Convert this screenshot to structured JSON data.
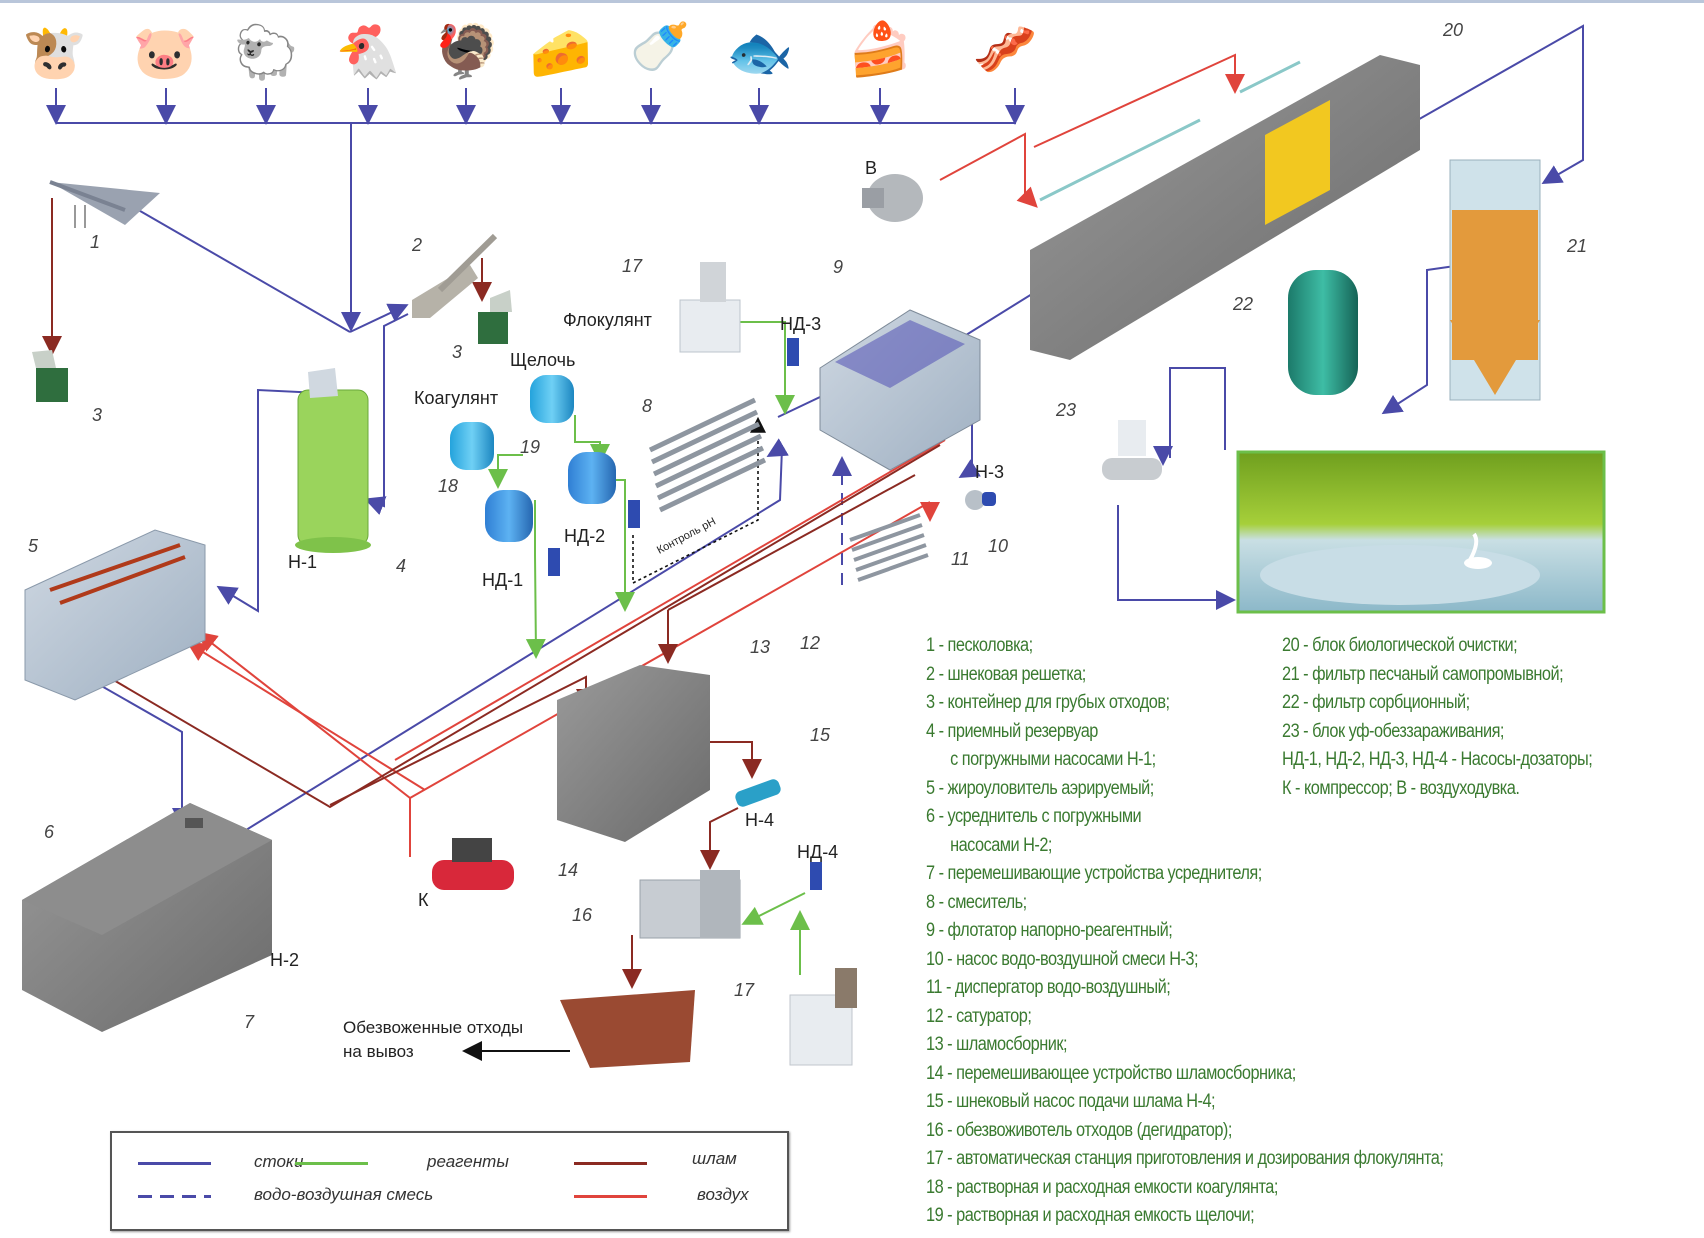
{
  "sources": {
    "icons": [
      "cow-icon",
      "pig-icon",
      "sheep-icon",
      "chicken-icon",
      "turkey-icon",
      "cheese-icon",
      "milk-bottle-icon",
      "fish-icon",
      "cake-icon",
      "sausage-icon"
    ]
  },
  "labels": {
    "item_1": "1",
    "item_2": "2",
    "item_3a": "3",
    "item_3b": "3",
    "item_4": "4",
    "item_5": "5",
    "item_6": "6",
    "item_7": "7",
    "item_8": "8",
    "item_9": "9",
    "item_10": "10",
    "item_11": "11",
    "item_12": "12",
    "item_13": "13",
    "item_14": "14",
    "item_15": "15",
    "item_16": "16",
    "item_17a": "17",
    "item_17b": "17",
    "item_18": "18",
    "item_19": "19",
    "item_20": "20",
    "item_21": "21",
    "item_22": "22",
    "item_23": "23",
    "pump_n1": "Н-1",
    "pump_n2": "Н-2",
    "pump_n3": "Н-3",
    "pump_n4": "Н-4",
    "pump_nd1": "НД-1",
    "pump_nd2": "НД-2",
    "pump_nd3": "НД-3",
    "pump_nd4": "НД-4",
    "compressor": "К",
    "blower": "В",
    "flocculant": "Флокулянт",
    "alkali": "Щелочь",
    "coagulant": "Коагулянт",
    "ph_control": "Контроль рН",
    "dewatered_waste_line1": "Обезвоженные отходы",
    "dewatered_waste_line2": "на вывоз"
  },
  "legend_left": [
    {
      "text": "1 - песколовка;"
    },
    {
      "text": "2 - шнековая решетка;"
    },
    {
      "text": "3 - контейнер для грубых отходов;"
    },
    {
      "text": "4 - приемный резервуар"
    },
    {
      "text": "с погружными насосами Н-1;",
      "indent": true
    },
    {
      "text": "5 - жироуловитель  аэрируемый;"
    },
    {
      "text": "6 - усреднитель с погружными"
    },
    {
      "text": "насосами Н-2;",
      "indent": true
    },
    {
      "text": "7 - перемешивающие устройства усреднителя;"
    },
    {
      "text": "8 - смеситель;"
    },
    {
      "text": "9 - флотатор напорно-реагентный;"
    },
    {
      "text": "10 - насос водо-воздушной смеси Н-3;"
    },
    {
      "text": "11 - диспергатор водо-воздушный;"
    },
    {
      "text": "12 - сатуратор;"
    },
    {
      "text": "13 - шламосборник;"
    },
    {
      "text": "14 - перемешивающее устройство шламосборника;"
    },
    {
      "text": "15 - шнековый насос подачи шлама Н-4;"
    },
    {
      "text": "16 - обезвоживотель отходов (дегидратор);"
    },
    {
      "text": "17 - автоматическая станция приготовления и дозирования флокулянта;"
    },
    {
      "text": "18 - растворная и расходная емкости коагулянта;"
    },
    {
      "text": "19 - растворная и расходная емкость щелочи;"
    }
  ],
  "legend_right": [
    {
      "text": "20 - блок   биологической очистки;"
    },
    {
      "text": "21 - фильтр песчаный самопромывной;"
    },
    {
      "text": "22 - фильтр сорбционный;"
    },
    {
      "text": "23 - блок уф-обеззараживания;"
    },
    {
      "text": "НД-1, НД-2, НД-3, НД-4 - Насосы-дозаторы;"
    },
    {
      "text": "К - компрессор; В - воздуходувка."
    }
  ],
  "line_legend": {
    "items": [
      {
        "label": "стоки",
        "style": "solid",
        "color": "#4a4aa8"
      },
      {
        "label": "реагенты",
        "style": "solid",
        "color": "#6cbf4a"
      },
      {
        "label": "шлам",
        "style": "solid",
        "color": "#8b2a22"
      },
      {
        "label": "водо-воздушная смесь",
        "style": "dashed",
        "color": "#4a4aa8"
      },
      {
        "label": "воздух",
        "style": "solid",
        "color": "#e0443c"
      }
    ]
  },
  "colors": {
    "sewage": "#4a4aa8",
    "reagents": "#6cbf4a",
    "sludge": "#8b2a22",
    "air": "#e0443c",
    "legend_text": "#3a7a30"
  }
}
